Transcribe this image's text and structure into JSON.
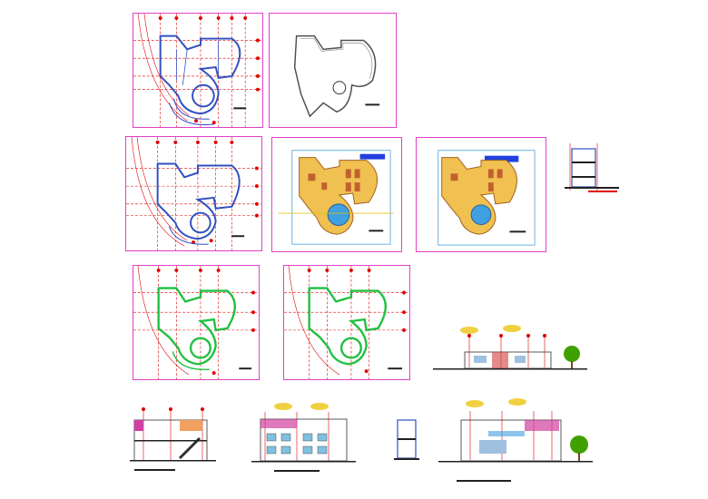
{
  "drawing_set": {
    "sheets": [
      {
        "id": "ground-floor-plan",
        "style": "structural-plan"
      },
      {
        "id": "site-outline-plan",
        "style": "outline"
      },
      {
        "id": "first-floor-plan",
        "style": "structural-plan"
      },
      {
        "id": "furnished-plan-ground",
        "style": "furnished"
      },
      {
        "id": "furnished-plan-upper",
        "style": "furnished"
      },
      {
        "id": "slab-plan-a",
        "style": "green-slab"
      },
      {
        "id": "slab-plan-b",
        "style": "green-slab"
      }
    ],
    "elevations": [
      {
        "id": "front-elevation"
      },
      {
        "id": "section-a"
      },
      {
        "id": "side-elevation"
      },
      {
        "id": "section-b"
      },
      {
        "id": "rear-elevation"
      }
    ],
    "colors": {
      "sheet_border": "#e040c8",
      "axis": "#e00000",
      "wall": "#3050c0",
      "slab": "#20c040",
      "floor": "#f0c050",
      "pool": "#40a0e0",
      "tree": "#40a000",
      "cloud": "#f0d040"
    }
  }
}
